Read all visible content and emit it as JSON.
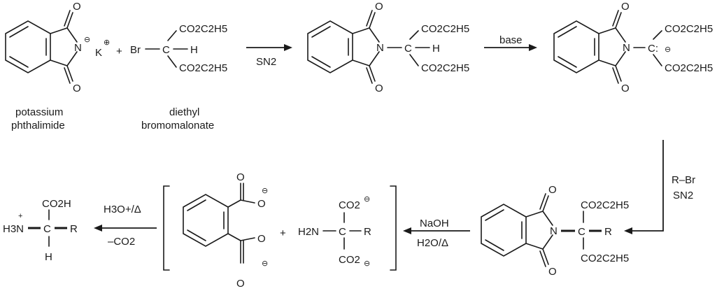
{
  "labels": {
    "potassium_phthalimide": [
      "potassium",
      "phthalimide"
    ],
    "diethyl_bromomalonate": [
      "diethyl",
      "bromomalonate"
    ]
  },
  "atoms": {
    "O": "O",
    "N": "N",
    "C": "C",
    "H": "H",
    "K": "K",
    "Br": "Br",
    "R": "R",
    "plus": "+",
    "minus": "⊖",
    "plus_circ": "⊕",
    "colon_c": "C:",
    "nh3": "H3N",
    "h2n": "H2N"
  },
  "groups": {
    "ester": "CO2C2H5",
    "carboxylate": "CO2",
    "acid": "CO2H"
  },
  "conditions": {
    "sn2": "SN2",
    "base": "base",
    "alkylation_line1": "R–Br",
    "alkylation_line2": "SN2",
    "hydrolysis_line1": "NaOH",
    "hydrolysis_line2": "H2O/Δ",
    "decarb_line1": "H3O+/Δ",
    "decarb_line2": "–CO2"
  }
}
